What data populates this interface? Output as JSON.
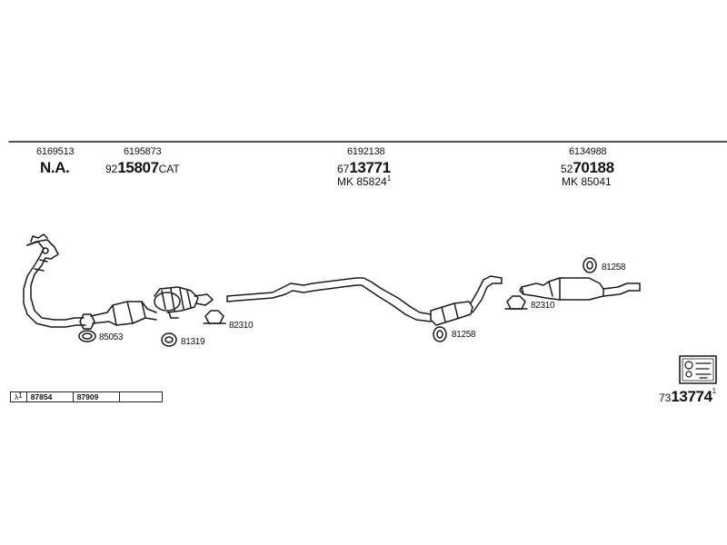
{
  "header": {
    "col1": {
      "code": "6169513",
      "name": "N.A."
    },
    "col2": {
      "code": "6195873",
      "prefix": "92",
      "number": "15807",
      "suffix": "CAT"
    },
    "col3": {
      "code": "6192138",
      "prefix": "67",
      "number": "13771",
      "mk": "MK 85824",
      "mk_sup": "1"
    },
    "col4": {
      "code": "6134988",
      "prefix": "52",
      "number": "70188",
      "mk": "MK 85041"
    }
  },
  "parts": {
    "p85053": "85053",
    "p81319": "81319",
    "p82310a": "82310",
    "p81258a": "81258",
    "p81258b": "81258",
    "p82310b": "82310"
  },
  "legend": {
    "lambda": "λ",
    "lambda_sup": "1",
    "cell2": "87854",
    "cell3": "87909",
    "cell4": ""
  },
  "footer": {
    "prefix": "73",
    "number": "13774",
    "sup": "1"
  }
}
